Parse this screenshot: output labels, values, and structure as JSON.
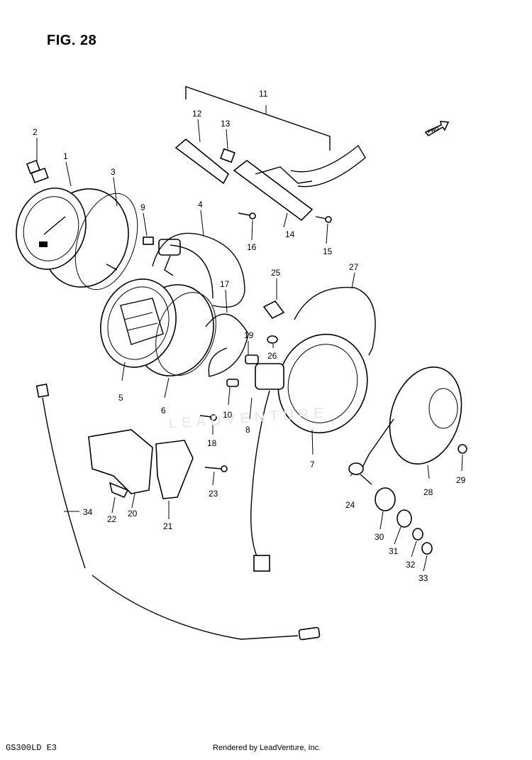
{
  "figure": {
    "title": "FIG. 28",
    "model_code": "GS300LD E3",
    "credit": "Rendered by LeadVenture, Inc.",
    "watermark": "LEADVENTURE",
    "direction_tag": "FWD"
  },
  "callouts": [
    "1",
    "2",
    "3",
    "4",
    "5",
    "6",
    "7",
    "8",
    "9",
    "10",
    "11",
    "12",
    "13",
    "14",
    "15",
    "16",
    "17",
    "18",
    "19",
    "20",
    "21",
    "22",
    "23",
    "24",
    "25",
    "26",
    "27",
    "28",
    "29",
    "30",
    "31",
    "32",
    "33",
    "34"
  ]
}
